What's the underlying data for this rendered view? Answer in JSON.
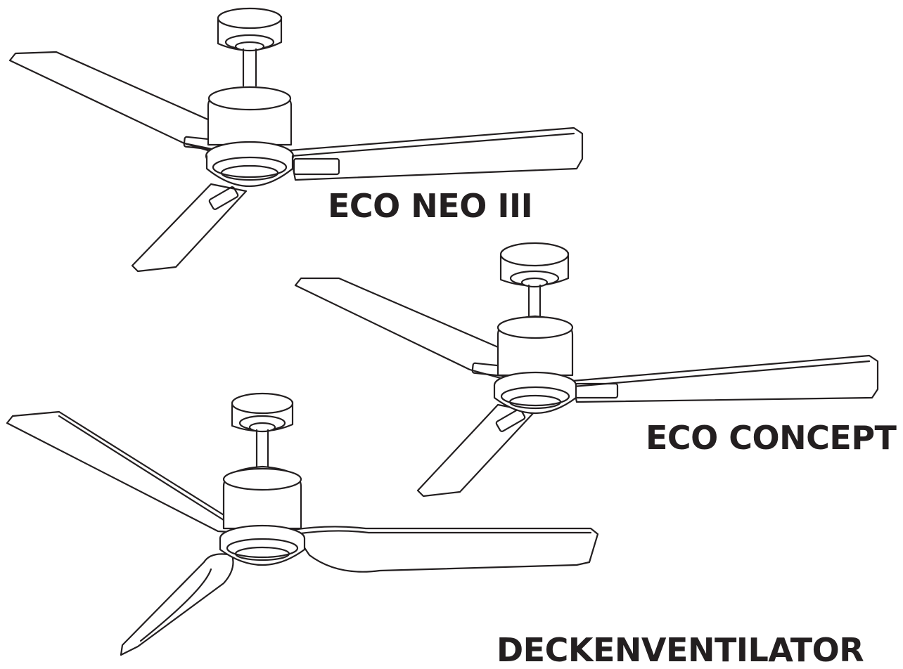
{
  "models": [
    {
      "name": "ECO NEO III"
    },
    {
      "name": "ECO CONCEPT"
    },
    {
      "name": "DECKENVENTILATOR"
    }
  ],
  "colors": {
    "ink": "#231f20",
    "background": "#ffffff"
  }
}
